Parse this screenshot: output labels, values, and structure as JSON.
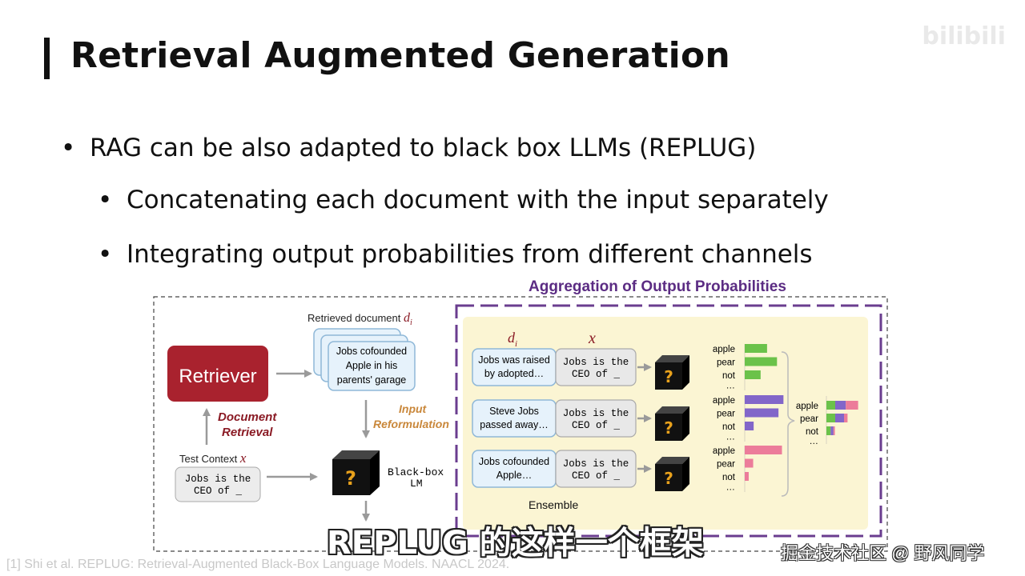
{
  "slide": {
    "title": "Retrieval Augmented Generation",
    "brand": "bilibili",
    "bullets": [
      "RAG can be also adapted to black box LLMs (REPLUG)",
      "Concatenating each document with the input separately",
      "Integrating output probabilities from different channels"
    ],
    "bullet_glyph": "•",
    "citation": "[1] Shi et al. REPLUG: Retrieval-Augmented Black-Box Language Models. NAACL 2024.",
    "subtitle": "REPLUG 的这样一个框架",
    "watermark": "掘金技术社区 @ 野风同学"
  },
  "diagram": {
    "aggregation_title": "Aggregation of Output Probabilities",
    "retriever_label": "Retriever",
    "document_retrieval": [
      "Document",
      "Retrieval"
    ],
    "retrieved_document_label": "Retrieved document",
    "retrieved_document_symbol": "d",
    "retrieved_document_sub": "i",
    "retrieved_doc_text": [
      "Jobs cofounded",
      "Apple in his",
      "parents' garage"
    ],
    "input_reformulation": [
      "Input",
      "Reformulation"
    ],
    "test_context_label": "Test Context",
    "test_context_symbol": "x",
    "test_context_text": [
      "Jobs is the",
      "CEO of _"
    ],
    "blackbox_label": [
      "Black-box",
      "LM"
    ],
    "question_mark": "?",
    "col_doc": "d",
    "col_doc_sub": "i",
    "col_x": "x",
    "channels": [
      {
        "doc": [
          "Jobs was raised",
          "by adopted…"
        ],
        "query": [
          "Jobs is the",
          "CEO of _"
        ],
        "probs": [
          {
            "token": "apple",
            "value": 0.45
          },
          {
            "token": "pear",
            "value": 0.65
          },
          {
            "token": "not",
            "value": 0.32
          }
        ],
        "ellipsis": "…",
        "color": "#6bc24a"
      },
      {
        "doc": [
          "Steve Jobs",
          "passed away…"
        ],
        "query": [
          "Jobs is the",
          "CEO of _"
        ],
        "probs": [
          {
            "token": "apple",
            "value": 0.78
          },
          {
            "token": "pear",
            "value": 0.68
          },
          {
            "token": "not",
            "value": 0.18
          }
        ],
        "ellipsis": "…",
        "color": "#8266c9"
      },
      {
        "doc": [
          "Jobs cofounded",
          "Apple…"
        ],
        "query": [
          "Jobs is the",
          "CEO of _"
        ],
        "probs": [
          {
            "token": "apple",
            "value": 0.75
          },
          {
            "token": "pear",
            "value": 0.17
          },
          {
            "token": "not",
            "value": 0.08
          }
        ],
        "ellipsis": "…",
        "color": "#ec7c9a"
      }
    ],
    "ensemble_label": "Ensemble",
    "aggregate": [
      {
        "token": "apple",
        "parts": [
          0.25,
          0.3,
          0.35
        ]
      },
      {
        "token": "pear",
        "parts": [
          0.25,
          0.25,
          0.1
        ]
      },
      {
        "token": "not",
        "parts": [
          0.12,
          0.08,
          0.04
        ]
      }
    ],
    "aggregate_ellipsis": "…",
    "colors": {
      "retriever": "#a9222e",
      "document_retrieval_text": "#8a1a24",
      "reformulation_text": "#c9873a",
      "aggregation_title": "#5b2c83",
      "dashed_purple": "#6a3d8f",
      "ensemble_bg": "#fbf5d3",
      "doc_box": "#e6f2fb",
      "doc_border": "#8fb8d8",
      "query_box": "#e8e8e8",
      "cube": "#111111",
      "question": "#e8a11c"
    }
  }
}
